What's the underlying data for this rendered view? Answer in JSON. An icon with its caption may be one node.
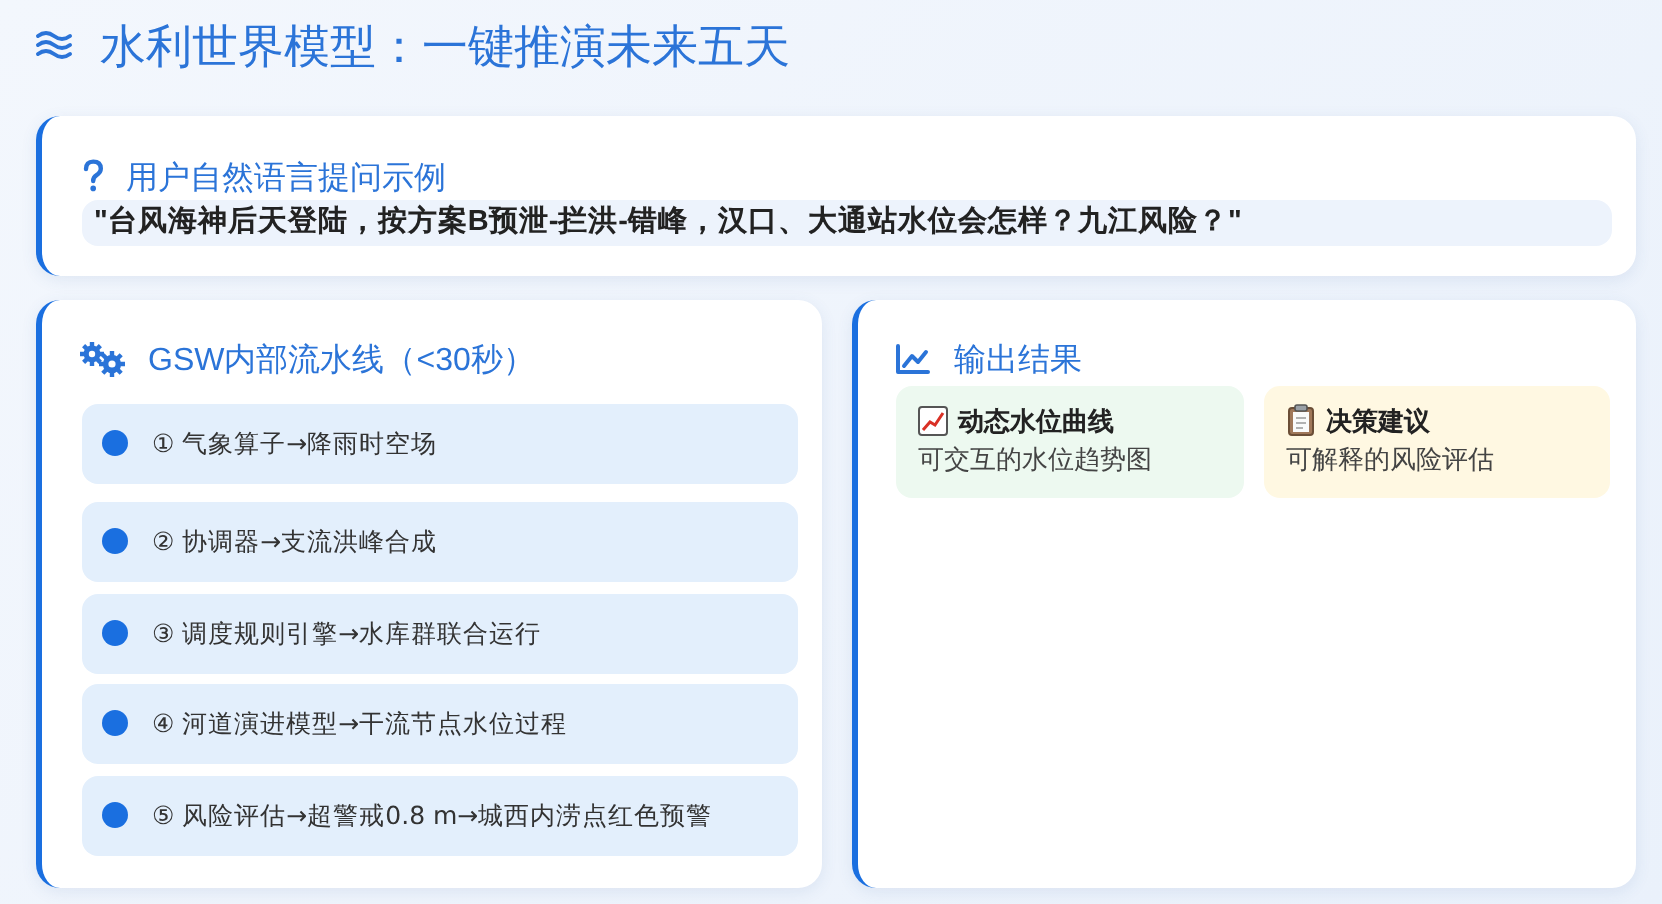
{
  "diagram": {
    "title": "水利世界模型：一键推演未来五天",
    "nodes": [
      {
        "text": [
          "用户自然语言提问示例"
        ]
      },
      {
        "text": [
          "\"台风海神后天登陆，按方案B预泄-拦洪-错峰，汉口、大通站水位会怎样？九江风险？\""
        ],
        "in": 0
      },
      {
        "text": [
          "GSW内部流水线（<30秒）"
        ]
      },
      {
        "text": [
          "① 气象算子→降雨时空场"
        ],
        "in": 2
      },
      {
        "text": [
          "② 协调器→支流洪峰合成"
        ],
        "in": 2
      },
      {
        "text": [
          "③ 调度规则引擎→水库群联合运行"
        ],
        "in": 2
      },
      {
        "text": [
          "④ 河道演进模型→干流节点水位过程"
        ],
        "in": 2
      },
      {
        "text": [
          "⑤ 风险评估→超警戒0.8 m→城西内涝点红色预警"
        ],
        "in": 2
      },
      {
        "text": [
          "输出结果"
        ]
      },
      {
        "text": [
          "动态水位曲线",
          "可交互的水位趋势图"
        ],
        "in": 8
      },
      {
        "text": [
          "决策建议",
          "可解释的风险评估"
        ],
        "in": 8
      }
    ]
  }
}
